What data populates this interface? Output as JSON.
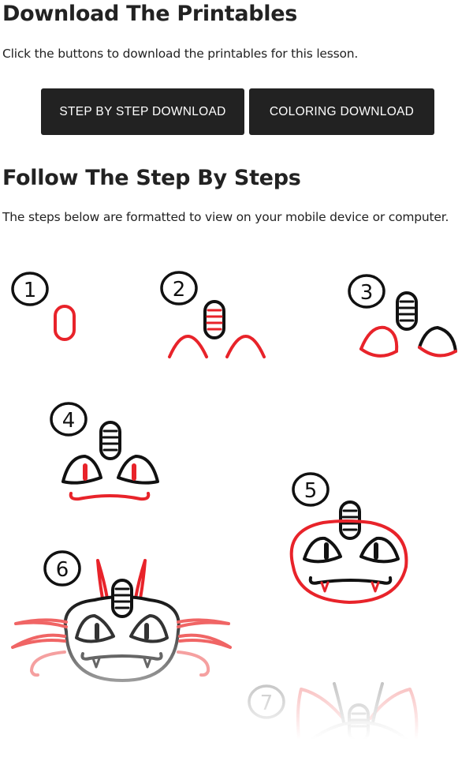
{
  "downloads": {
    "title": "Download The Printables",
    "description": "Click the buttons to download the printables for this lesson.",
    "buttons": [
      "STEP BY STEP DOWNLOAD",
      "COLORING DOWNLOAD"
    ]
  },
  "steps_section": {
    "title": "Follow The Step By Steps",
    "description": "The steps below are formatted to view on your mobile device or computer.",
    "step_numbers": [
      "1",
      "2",
      "3",
      "4",
      "5",
      "6",
      "7"
    ]
  },
  "colors": {
    "accent_red": "#e8232a",
    "button_bg": "#222222",
    "whisker_pink": "#f07070"
  }
}
